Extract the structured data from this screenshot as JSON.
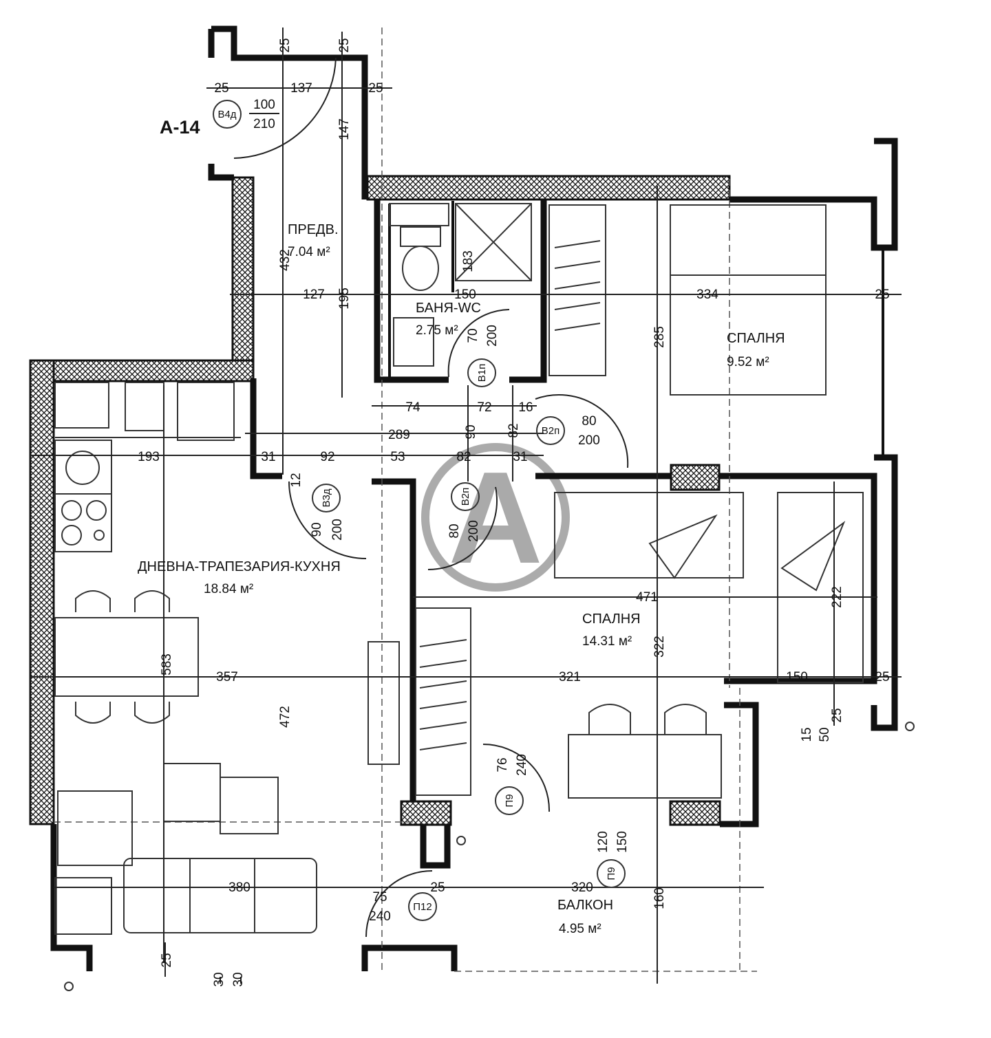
{
  "unit_label": "А-14",
  "rooms": [
    {
      "name": "ПРЕДВ.",
      "area": "7.04 м²"
    },
    {
      "name": "БАНЯ-WC",
      "area": "2.75 м²"
    },
    {
      "name": "СПАЛНЯ",
      "area": "9.52 м²"
    },
    {
      "name": "ДНЕВНА-ТРАПЕЗАРИЯ-КУХНЯ",
      "area": "18.84 м²"
    },
    {
      "name": "СПАЛНЯ",
      "area": "14.31 м²"
    },
    {
      "name": "БАЛКОН",
      "area": "4.95 м²"
    }
  ],
  "doors": [
    {
      "tag": "В4д",
      "width": "100",
      "height": "210"
    },
    {
      "tag": "В1п",
      "width": "70",
      "height": "200"
    },
    {
      "tag": "В2п",
      "width": "80",
      "height": "200"
    },
    {
      "tag": "В3д",
      "width": "90",
      "height": "200"
    },
    {
      "tag": "В2п",
      "width": "80",
      "height": "200"
    },
    {
      "tag": "П9",
      "width": "76",
      "height": "240"
    },
    {
      "tag": "П9",
      "width": "120",
      "height": "150"
    },
    {
      "tag": "П12",
      "width": "75",
      "height": "240"
    }
  ],
  "dimensions": {
    "d25_top_a": "25",
    "d25_top_b": "25",
    "d25_left": "25",
    "d137": "137",
    "d25_right": "25",
    "d147": "147",
    "d432": "432",
    "d195": "195",
    "d127": "127",
    "d150": "150",
    "d183": "183",
    "d334": "334",
    "d25_r1": "25",
    "d285": "285",
    "d74": "74",
    "d72": "72",
    "d16": "16",
    "d289": "289",
    "d90": "90",
    "d82_v": "82",
    "d193": "193",
    "d31_a": "31",
    "d92": "92",
    "d53": "53",
    "d82_h": "82",
    "d31_b": "31",
    "d12": "12",
    "d471": "471",
    "d222": "222",
    "d322": "322",
    "d583": "583",
    "d357": "357",
    "d321": "321",
    "d150_b": "150",
    "d25_r2": "25",
    "d472": "472",
    "d15": "15",
    "d50": "50",
    "d25_r3": "25",
    "d380": "380",
    "d320": "320",
    "d160": "160",
    "d25_p12": "25",
    "d25_bot": "25",
    "d30_a": "30",
    "d30_b": "30"
  },
  "watermark": "A"
}
